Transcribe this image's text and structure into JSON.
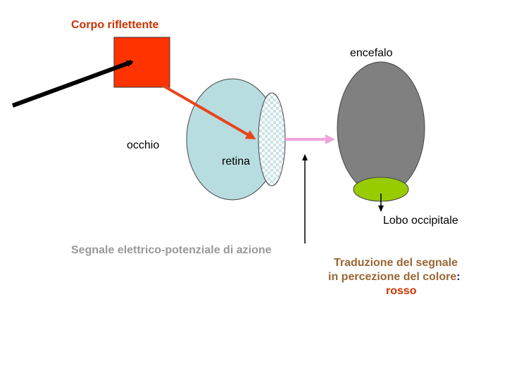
{
  "title": "Corpo riflettente",
  "labels": {
    "encefalo": "encefalo",
    "occhio": "occhio",
    "retina": "retina",
    "lobo": "Lobo occipitale",
    "segnale": "Segnale elettrico-potenziale di azione"
  },
  "traduzione": {
    "line1": "Traduzione del segnale",
    "line2": "in percezione del colore",
    "colon": ":",
    "line3": "rosso"
  },
  "colors": {
    "reflecting_body": "#ff3300",
    "light_ray": "#e8451a",
    "eye": "#b8dde0",
    "retina_pattern": "#c9e2e6",
    "signal_arrow": "#f2a3dc",
    "brain": "#808080",
    "occipital_lobe": "#99cc00",
    "title_text": "#cc3300",
    "segnale_text": "#999999",
    "traduzione_text": "#996633",
    "rosso_text": "#cc3300",
    "colon_text": "#0000cc"
  }
}
